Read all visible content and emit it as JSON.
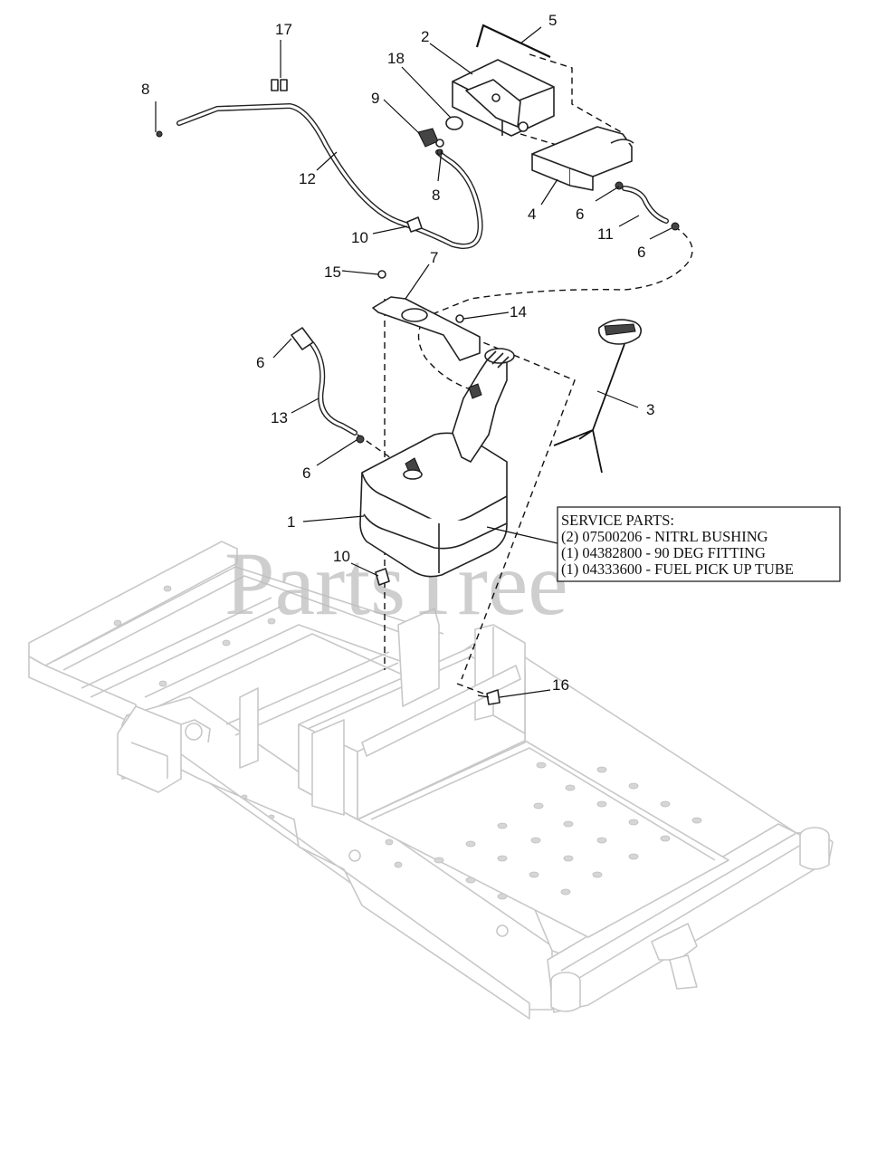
{
  "watermark": "PartsTree",
  "service_parts": {
    "title": "SERVICE PARTS:",
    "lines": [
      "(2) 07500206 - NITRL BUSHING",
      "(1) 04382800 - 90 DEG FITTING",
      "(1) 04333600 - FUEL PICK UP TUBE"
    ]
  },
  "callouts": {
    "c1": "1",
    "c2": "2",
    "c3": "3",
    "c4": "4",
    "c5": "5",
    "c6a": "6",
    "c6b": "6",
    "c6c": "6",
    "c6d": "6",
    "c7": "7",
    "c8a": "8",
    "c8b": "8",
    "c9": "9",
    "c10a": "10",
    "c10b": "10",
    "c11": "11",
    "c12": "12",
    "c13": "13",
    "c14": "14",
    "c15": "15",
    "c16": "16",
    "c17": "17",
    "c18": "18"
  }
}
